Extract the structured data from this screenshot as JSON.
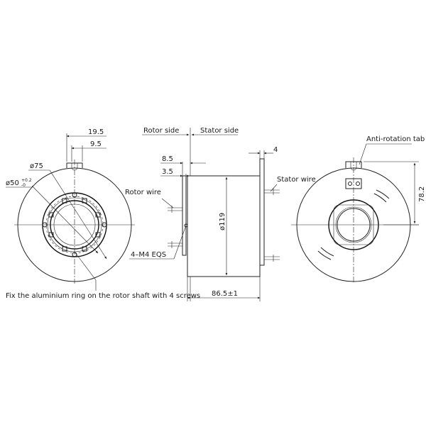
{
  "labels": {
    "rotor_side": "Rotor side",
    "stator_side": "Stator side",
    "anti_rotation_tab": "Anti-rotation tab",
    "stator_wire": "Stator wire",
    "rotor_wire": "Rotor wire",
    "screws": "4–M4  EQS",
    "note": "Fix the aluminium ring on the rotor shaft with 4 screws"
  },
  "dimensions": {
    "tab_width": "19.5",
    "slot_offset": "9.5",
    "outer_dia": "ø75",
    "bore_dia": "ø50",
    "bore_tol_upper": "+0.2",
    "bore_tol_lower": "-0",
    "flange_thickness": "8.5",
    "rotor_offset": "3.5",
    "tab_thickness": "4",
    "body_dia": "ø119",
    "length": "86.5±1",
    "tab_height": "78.2"
  },
  "colors": {
    "line": "#222222",
    "background": "#ffffff"
  }
}
